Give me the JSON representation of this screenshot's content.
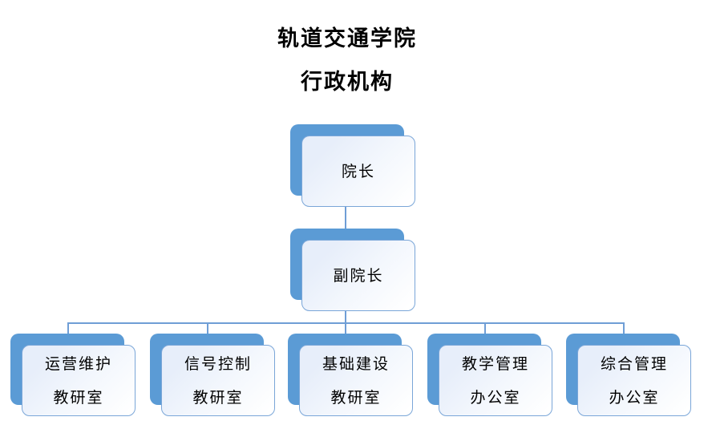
{
  "title": {
    "line1": "轨道交通学院",
    "line2": "行政机构"
  },
  "colors": {
    "box_blue": "#5B9BD5",
    "box_light_fill": "#EDF3FB",
    "box_border": "#7AA6D8",
    "connector": "#6F9ED6",
    "text": "#000000"
  },
  "nodes": {
    "dean": {
      "label": "院长"
    },
    "vice_dean": {
      "label": "副院长"
    },
    "children": [
      {
        "line1": "运营维护",
        "line2": "教研室"
      },
      {
        "line1": "信号控制",
        "line2": "教研室"
      },
      {
        "line1": "基础建设",
        "line2": "教研室"
      },
      {
        "line1": "教学管理",
        "line2": "办公室"
      },
      {
        "line1": "综合管理",
        "line2": "办公室"
      }
    ]
  }
}
